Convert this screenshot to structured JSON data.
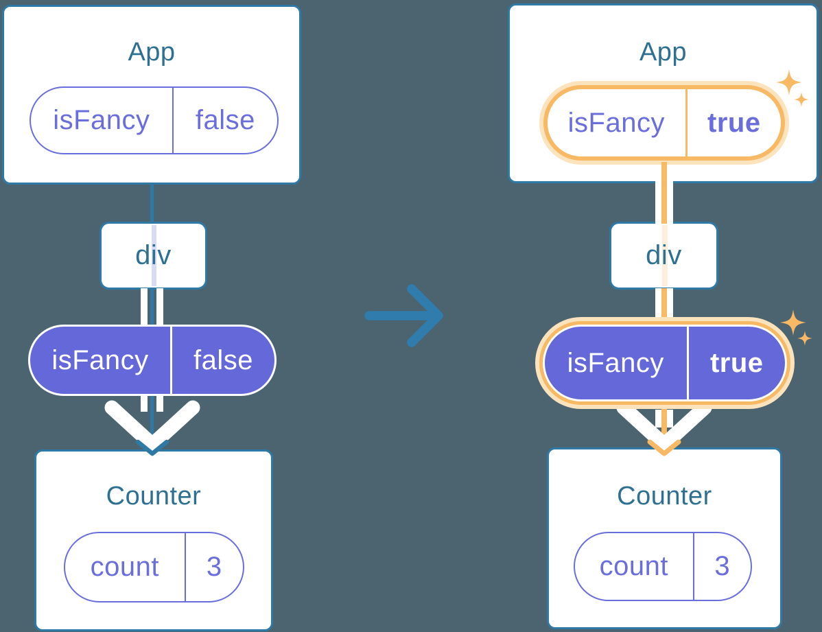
{
  "colors": {
    "background": "#4B6470",
    "card_border": "#2E79A6",
    "arrow_blue": "#2F7CAD",
    "title_text": "#2E7092",
    "purple": "#6568D8",
    "purple_text": "#6A6EDC",
    "lavender": "#D7DBF5",
    "orange": "#F7B964",
    "orange_glow": "#FBE3BE",
    "peach": "#FCEEDA"
  },
  "before": {
    "app_title": "App",
    "app_prop_name": "isFancy",
    "app_prop_value": "false",
    "div_label": "div",
    "prop_name": "isFancy",
    "prop_value": "false",
    "counter_title": "Counter",
    "state_name": "count",
    "state_value": "3"
  },
  "after": {
    "app_title": "App",
    "app_prop_name": "isFancy",
    "app_prop_value": "true",
    "div_label": "div",
    "prop_name": "isFancy",
    "prop_value": "true",
    "counter_title": "Counter",
    "state_name": "count",
    "state_value": "3"
  }
}
